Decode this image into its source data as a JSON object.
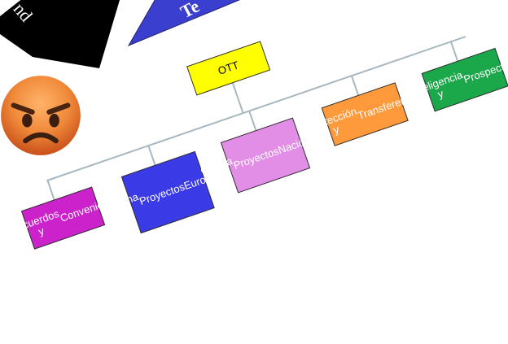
{
  "diagram": {
    "root": {
      "label": "OTT",
      "color": "#ffff00"
    },
    "children": [
      {
        "lines": [
          "Acuerdos y",
          "Convenios"
        ],
        "color": "#cc22cc",
        "text_color": "#ffffff"
      },
      {
        "lines": [
          "Oficina de",
          "Proyectos",
          "Europeos"
        ],
        "color": "#3a3ae6",
        "text_color": "#ffffff"
      },
      {
        "lines": [
          "Oficina de",
          "Proyectos",
          "Nacionales"
        ],
        "color": "#e28ee6",
        "text_color": "#ffffff"
      },
      {
        "lines": [
          "Protección y",
          "Transferencia"
        ],
        "color": "#ff9a3c",
        "text_color": "#ffffff"
      },
      {
        "lines": [
          "Inteligencia y",
          "Prospectiva"
        ],
        "color": "#1aa84a",
        "text_color": "#ffffff"
      }
    ],
    "connector_color": "#a8b8c0"
  },
  "decorations": {
    "black_shape_text": "nd",
    "blue_shape_text": "Te",
    "angry_emoji_icon": "angry-face-icon"
  }
}
